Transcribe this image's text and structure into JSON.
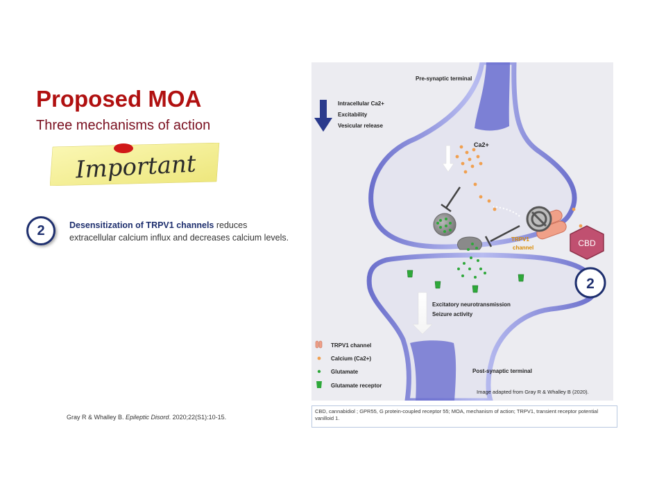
{
  "slide": {
    "title": "Proposed MOA",
    "subtitle": "Three mechanisms of action",
    "sticky_note": "Important",
    "mechanism_number": "2",
    "desc_bold": "Desensitization of TRPV1 channels",
    "desc_rest": " reduces extracellular calcium influx and decreases calcium levels.",
    "citation_authors": "Gray R & Whalley B. ",
    "citation_journal": "Epileptic Disord",
    "citation_rest": ". 2020;22(S1):10-15."
  },
  "diagram": {
    "pre_label": "Pre-synaptic terminal",
    "post_label": "Post-synaptic terminal",
    "down_lines": [
      "Intracellular Ca2+",
      "Excitability",
      "Vesicular release"
    ],
    "ca_label": "Ca2+",
    "trpv1_label_1": "TRPV1",
    "trpv1_label_2": "channel",
    "cbd_label": "CBD",
    "badge": "2",
    "effects": [
      "Excitatory neurotransmission",
      "Seizure activity"
    ],
    "legend": [
      "TRPV1 channel",
      "Calcium (Ca2+)",
      "Glutamate",
      "Glutamate receptor"
    ],
    "source": "Image adapted from Gray R & Whalley B (2020)."
  },
  "footnote": "CBD, cannabidiol ; GPR55, G protein-coupled receptor 55; MOA, mechanism of action; TRPV1, transient receptor potential vanilloid 1.",
  "colors": {
    "title": "#b01010",
    "navy": "#1e2f6e",
    "membrane": "#8a8ee0",
    "calcium": "#f0a050",
    "glutamate": "#2ea83a",
    "cbd": "#c05070",
    "sticky": "#f7f39a"
  }
}
